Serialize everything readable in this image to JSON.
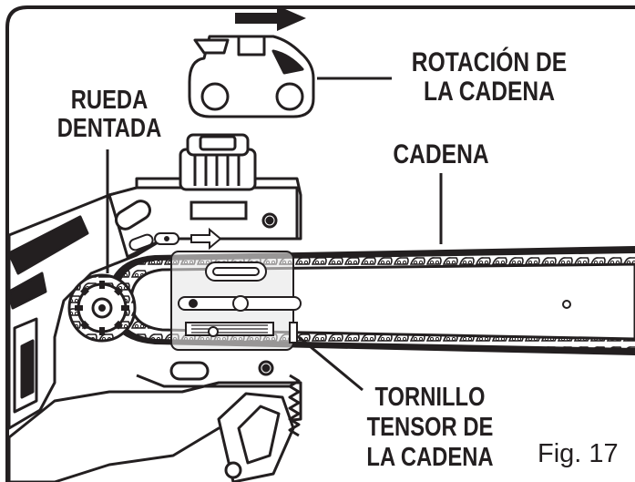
{
  "labels": {
    "rotation_line1": "ROTACIÓN DE",
    "rotation_line2": "LA CADENA",
    "sprocket_line1": "RUEDA",
    "sprocket_line2": "DENTADA",
    "chain": "CADENA",
    "tensioner_line1": "TORNILLO",
    "tensioner_line2": "TENSOR DE",
    "tensioner_line3": "LA CADENA"
  },
  "figure_caption": "Fig. 17",
  "colors": {
    "ink": "#231f20",
    "paper": "#ffffff",
    "shade": "#dcdcdc"
  },
  "icons": {
    "direction_arrow": "right-arrow-icon",
    "chain_link": "chain-link-icon",
    "sprocket": "sprocket-icon"
  }
}
